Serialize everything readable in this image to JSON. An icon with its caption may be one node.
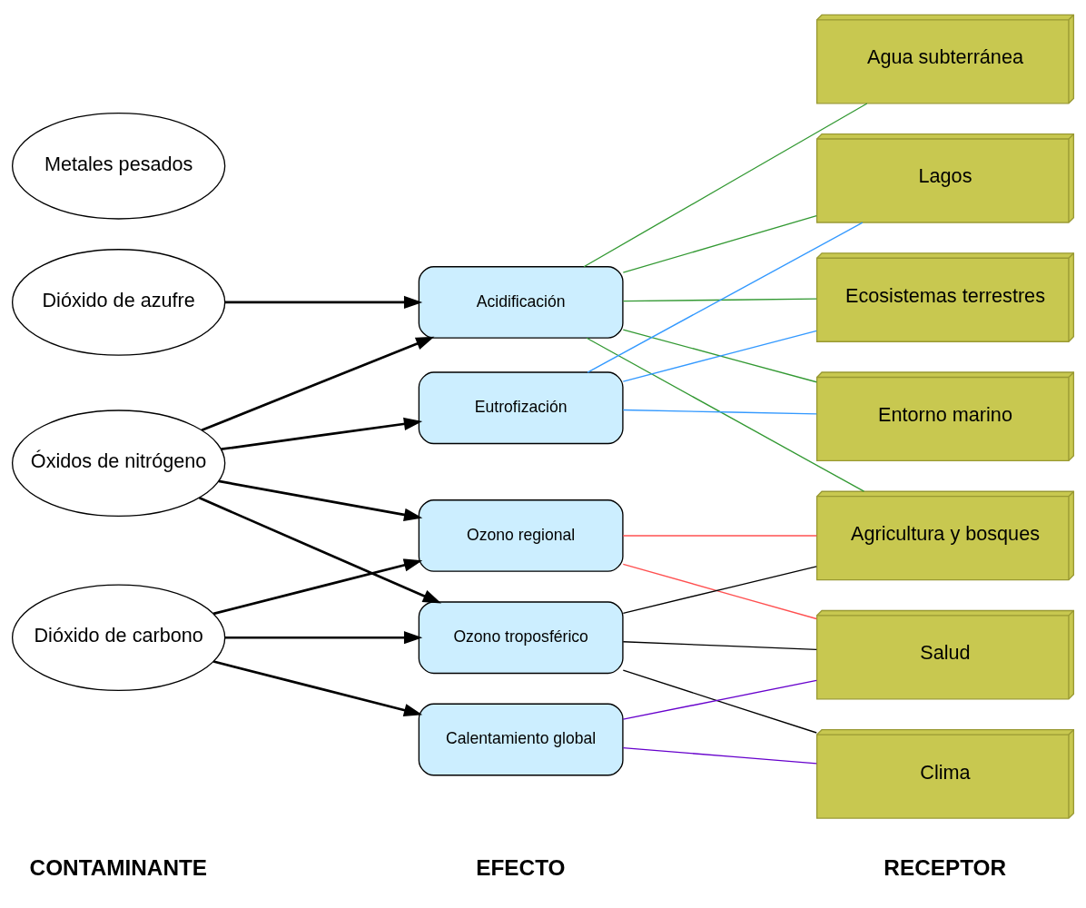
{
  "diagram": {
    "nodes": [
      {
        "text": [
          "Dióxido de azufre"
        ]
      },
      {
        "text": [
          "Óxidos de nitrógeno"
        ]
      },
      {
        "text": [
          "Dióxido de carbono"
        ]
      },
      {
        "text": [
          "Metales pesados"
        ]
      },
      {
        "text": [
          "Acidificación"
        ]
      },
      {
        "text": [
          "Eutrofización"
        ]
      },
      {
        "text": [
          "Ozono regional"
        ]
      },
      {
        "text": [
          "Ozono troposférico"
        ]
      },
      {
        "text": [
          "Calentamiento global"
        ]
      },
      {
        "text": [
          "Agua subterránea"
        ]
      },
      {
        "text": [
          "Lagos"
        ]
      },
      {
        "text": [
          "Ecosistemas terrestres"
        ]
      },
      {
        "text": [
          "Entorno marino"
        ]
      },
      {
        "text": [
          "Agricultura y bosques"
        ]
      },
      {
        "text": [
          "Clima"
        ]
      },
      {
        "text": [
          "Salud"
        ]
      }
    ],
    "edges": [
      {
        "from": 0,
        "to": 4,
        "arrow": "to"
      },
      {
        "from": 1,
        "to": 4,
        "arrow": "to"
      },
      {
        "from": 1,
        "to": 5,
        "arrow": "to"
      },
      {
        "from": 1,
        "to": 6,
        "arrow": "to"
      },
      {
        "from": 1,
        "to": 7,
        "arrow": "to"
      },
      {
        "from": 2,
        "to": 6,
        "arrow": "to"
      },
      {
        "from": 2,
        "to": 7,
        "arrow": "to"
      },
      {
        "from": 2,
        "to": 8,
        "arrow": "to"
      },
      {
        "from": 4,
        "to": 9,
        "arrow": "none",
        "color": "#339933"
      },
      {
        "from": 4,
        "to": 10,
        "arrow": "none",
        "color": "#339933"
      },
      {
        "from": 4,
        "to": 11,
        "arrow": "none",
        "color": "#339933"
      },
      {
        "from": 4,
        "to": 12,
        "arrow": "none",
        "color": "#339933"
      },
      {
        "from": 4,
        "to": 13,
        "arrow": "none",
        "color": "#339933"
      },
      {
        "from": 5,
        "to": 10,
        "arrow": "none",
        "color": "#3399ff"
      },
      {
        "from": 5,
        "to": 11,
        "arrow": "none",
        "color": "#3399ff"
      },
      {
        "from": 5,
        "to": 12,
        "arrow": "none",
        "color": "#3399ff"
      },
      {
        "from": 6,
        "to": 13,
        "arrow": "none",
        "color": "#ff5050"
      },
      {
        "from": 6,
        "to": 15,
        "arrow": "none",
        "color": "#ff5050"
      },
      {
        "from": 7,
        "to": 13,
        "arrow": "none"
      },
      {
        "from": 7,
        "to": 14,
        "arrow": "none"
      },
      {
        "from": 7,
        "to": 15,
        "arrow": "none"
      },
      {
        "from": 8,
        "to": 14,
        "arrow": "none",
        "color": "#6600cc"
      },
      {
        "from": 8,
        "to": 15,
        "arrow": "none",
        "color": "#6600cc"
      }
    ],
    "labels": [
      "CONTAMINANTE",
      "EFECTO",
      "RECEPTOR"
    ]
  }
}
